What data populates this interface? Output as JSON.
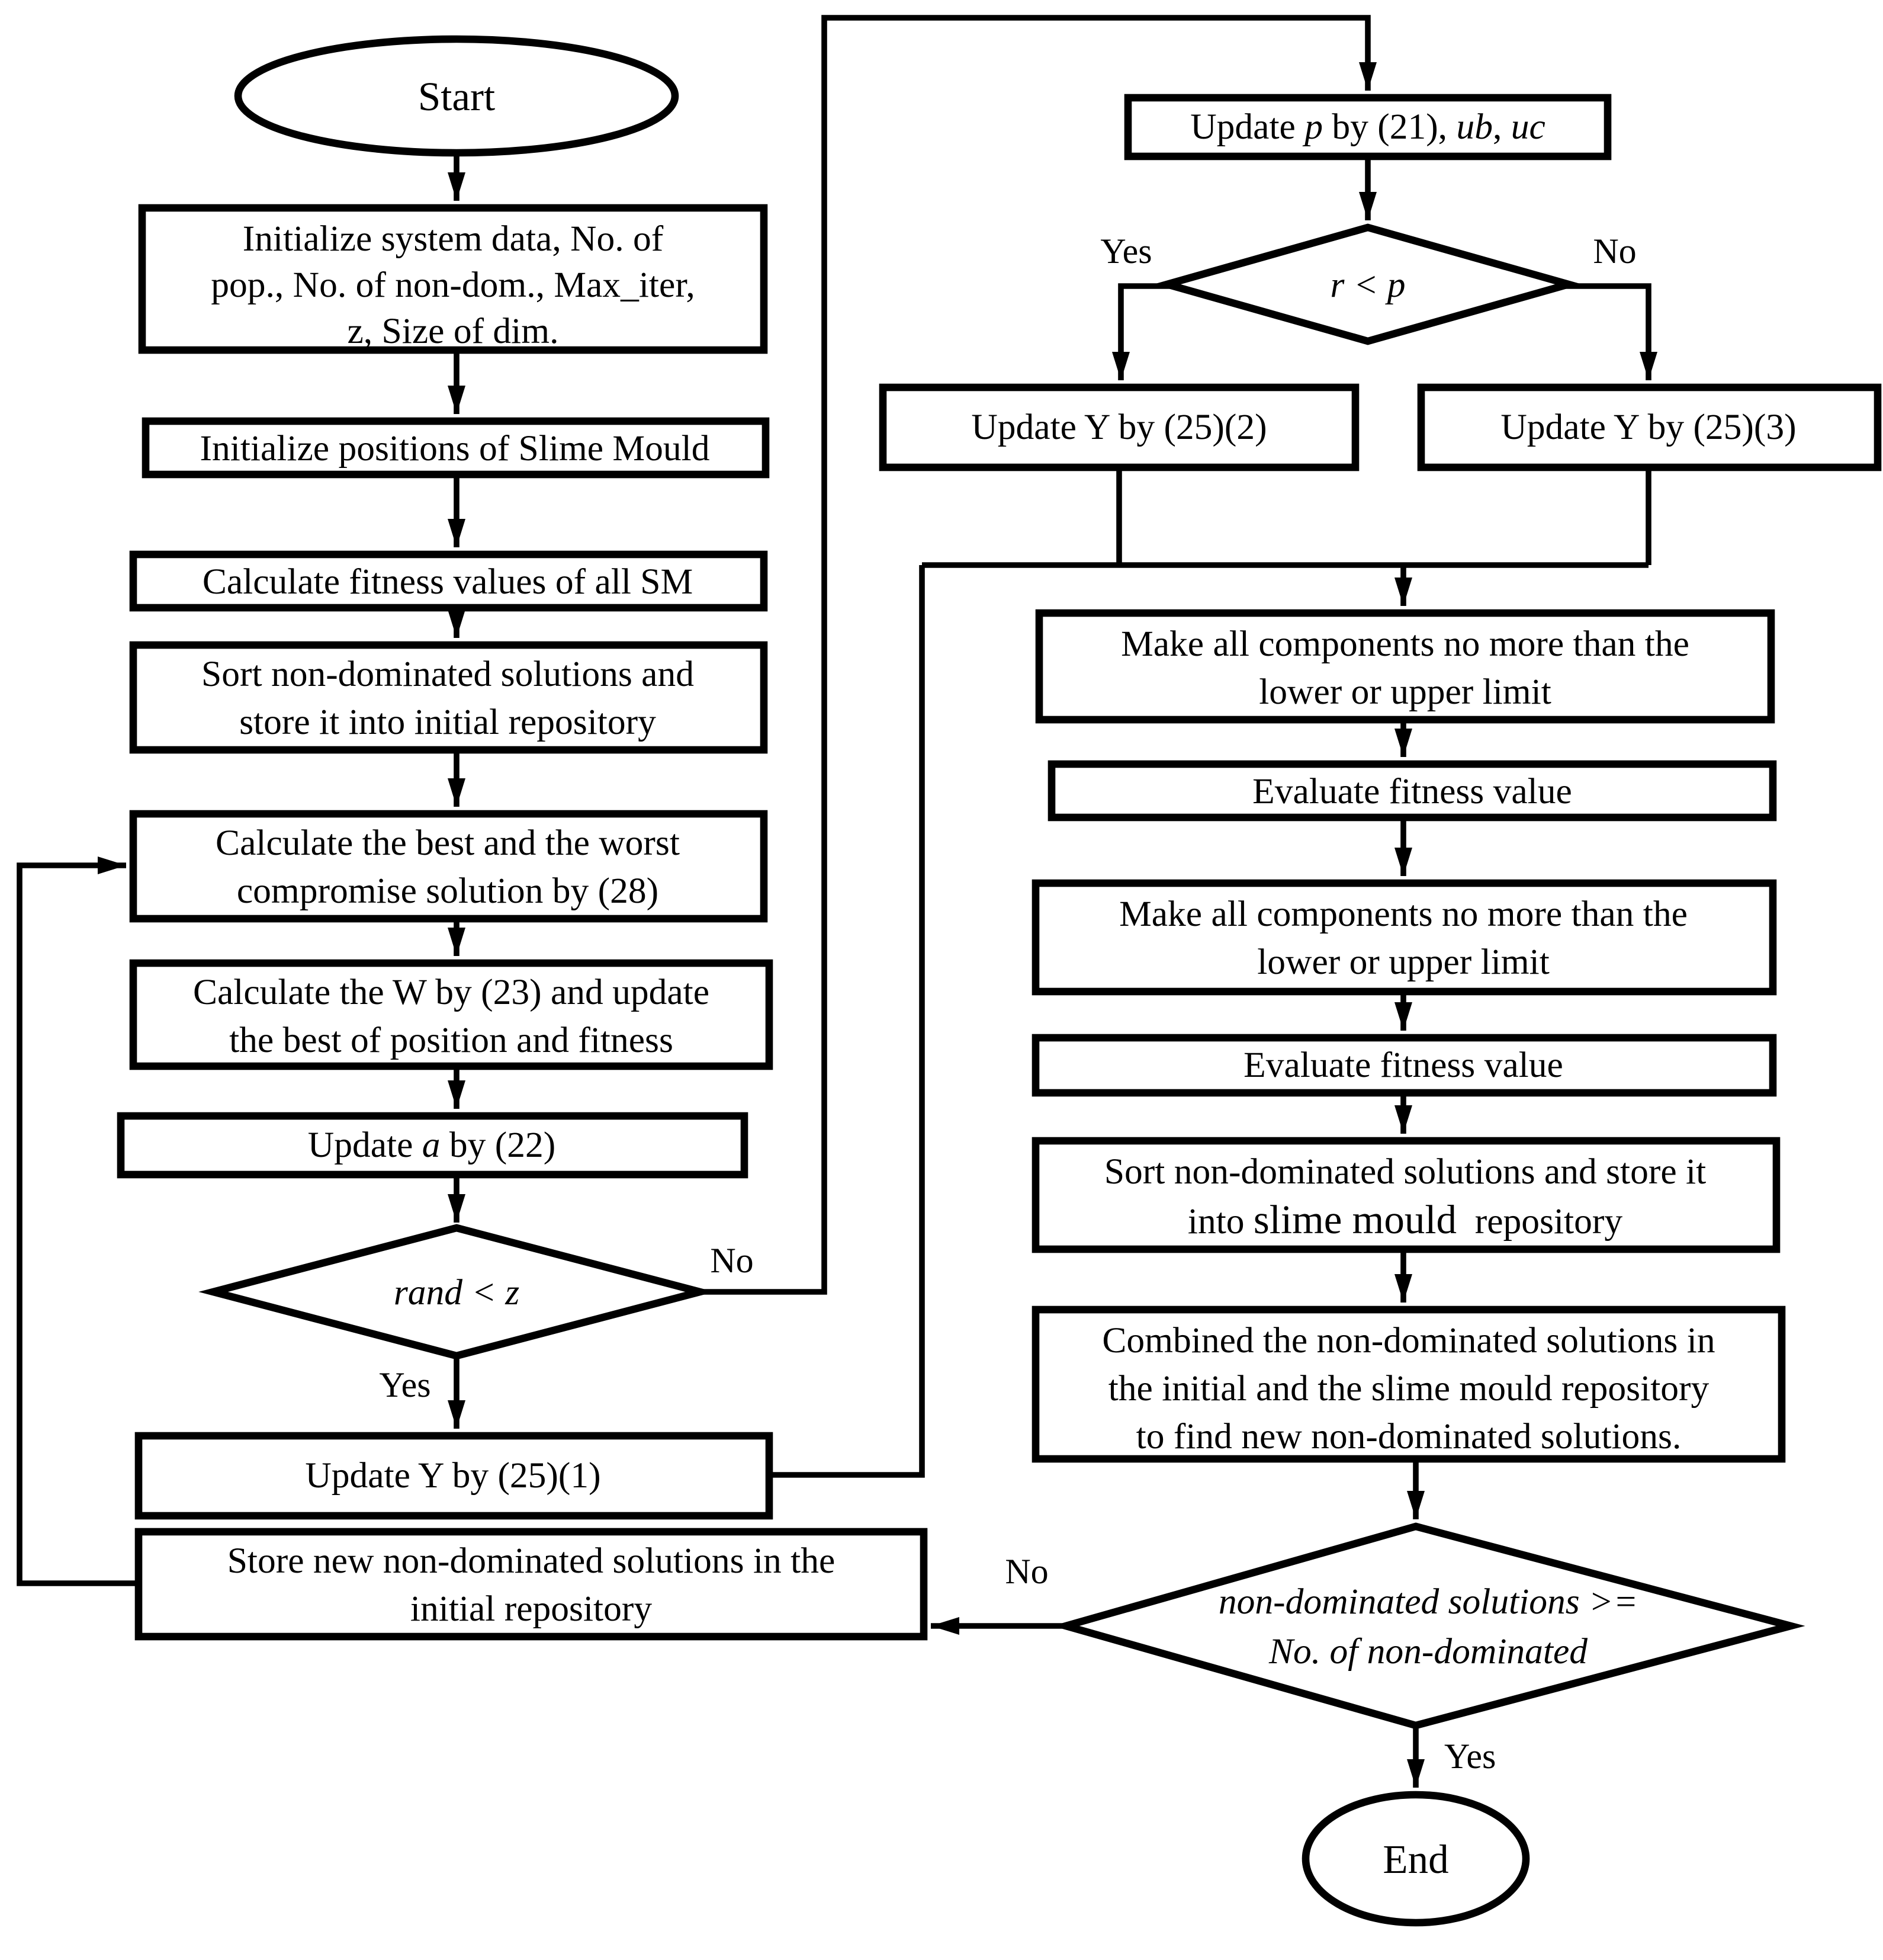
{
  "colors": {
    "ink": "#000000",
    "background": "#ffffff"
  },
  "labels": {
    "yes": "Yes",
    "no": "No"
  },
  "nodes": {
    "start": "Start",
    "init_data_l1": "Initialize system data, No. of",
    "init_data_l2": "pop., No. of non-dom., Max_iter,",
    "init_data_l3": "z, Size of dim.",
    "init_positions": "Initialize positions of Slime Mould",
    "calc_fitness": "Calculate fitness values of all SM",
    "sort_initial_l1": "Sort non-dominated solutions and",
    "sort_initial_l2": "store it into initial repository",
    "best_worst_l1": "Calculate the best and the worst",
    "best_worst_l2": "compromise solution by (28)",
    "calc_w_l1": "Calculate the W by (23) and update",
    "calc_w_l2": "the best of position and fitness",
    "update_a_pre": "Update ",
    "update_a_var": "a",
    "update_a_post": " by (22)",
    "rand_z": "rand < z",
    "update_y1": "Update Y by (25)(1)",
    "store_new_l1": "Store new non-dominated solutions in the",
    "store_new_l2": "initial repository",
    "update_p_s1": "Update ",
    "update_p_s2": "p",
    "update_p_s3": " by (21), ",
    "update_p_s4": "ub",
    "update_p_s5": ", ",
    "update_p_s6": "uc",
    "r_p": "r < p",
    "update_y2": "Update Y by (25)(2)",
    "update_y3": "Update Y by (25)(3)",
    "make_limit_l1": "Make all components no more than the",
    "make_limit_l2": "lower or upper limit",
    "evaluate_fitness": "Evaluate fitness value",
    "sort_slime_l1": "Sort non-dominated solutions and store it",
    "sort_slime_l2_pre": "into ",
    "sort_slime_l2_slime": "slime mould",
    "sort_slime_l2_post": "  repository",
    "combined_l1": "Combined the non-dominated solutions in",
    "combined_l2": "the initial and the slime mould repository",
    "combined_l3": "to find new non-dominated solutions.",
    "final_check_l1": "non-dominated solutions >=",
    "final_check_l2": "No. of non-dominated",
    "end": "End"
  }
}
